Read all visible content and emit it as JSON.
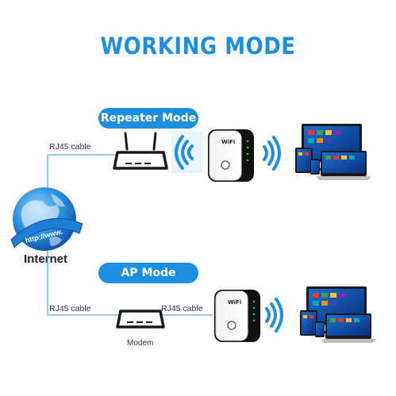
{
  "title": "WORKING MODE",
  "modes": [
    {
      "label": "Repeater Mode"
    },
    {
      "label": "AP Mode"
    }
  ],
  "cables": {
    "repeater_left": "RJ45 cable",
    "ap_left": "RJ45 cable",
    "ap_right": "RJ45 cable"
  },
  "globe": {
    "label": "Internet",
    "url_text": "http://www."
  },
  "modem_label": "Modem",
  "device_brand": "WiFi",
  "colors": {
    "accent": "#1e8fe0",
    "line": "#5aaee8",
    "dark": "#1a1a1a"
  }
}
